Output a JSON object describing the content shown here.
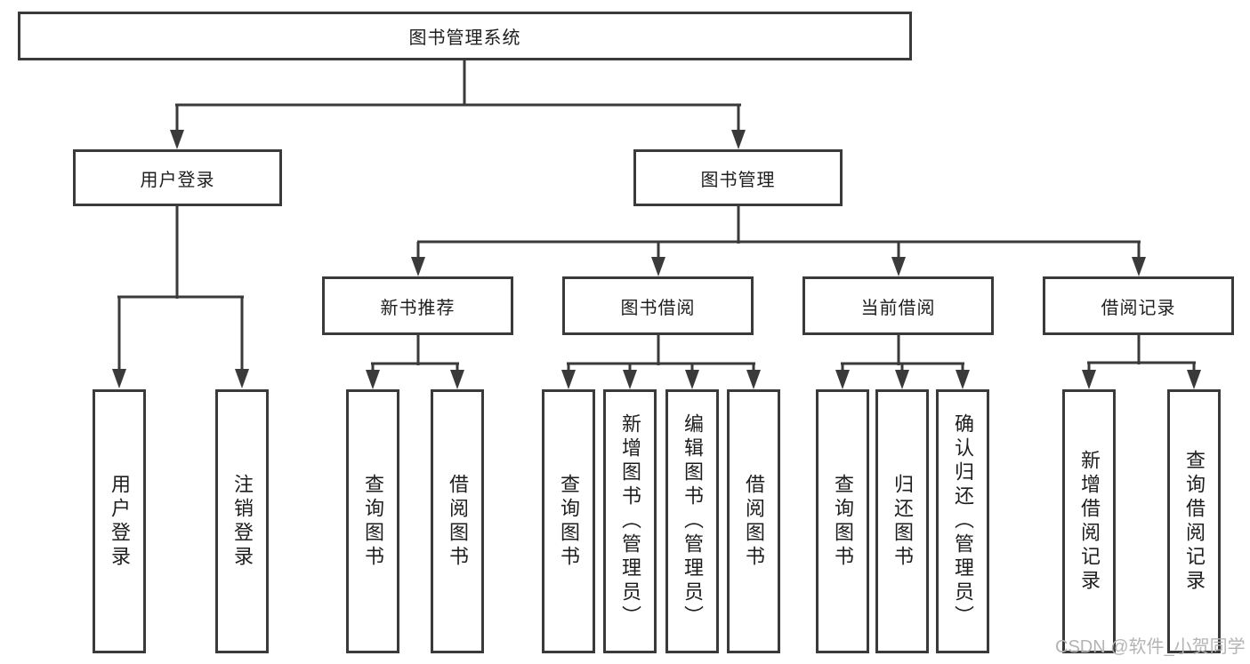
{
  "title": "图书管理系统",
  "tree": {
    "label": "图书管理系统",
    "children": [
      {
        "label": "用户登录",
        "children": [
          {
            "label": "用户登录"
          },
          {
            "label": "注销登录"
          }
        ]
      },
      {
        "label": "图书管理",
        "children": [
          {
            "label": "新书推荐",
            "children": [
              {
                "label": "查询图书"
              },
              {
                "label": "借阅图书"
              }
            ]
          },
          {
            "label": "图书借阅",
            "children": [
              {
                "label": "查询图书"
              },
              {
                "label": "新增图书（管理员）"
              },
              {
                "label": "编辑图书（管理员）"
              },
              {
                "label": "借阅图书"
              }
            ]
          },
          {
            "label": "当前借阅",
            "children": [
              {
                "label": "查询图书"
              },
              {
                "label": "归还图书"
              },
              {
                "label": "确认归还（管理员）"
              }
            ]
          },
          {
            "label": "借阅记录",
            "children": [
              {
                "label": "新增借阅记录"
              },
              {
                "label": "查询借阅记录"
              }
            ]
          }
        ]
      }
    ]
  },
  "watermark": "CSDN @软件_小贺同学",
  "colors": {
    "line": "#3a3a3a",
    "box_border": "#3a3a3a",
    "text": "#1e1e1e",
    "watermark": "#b4b4b4",
    "background": "#ffffff"
  }
}
